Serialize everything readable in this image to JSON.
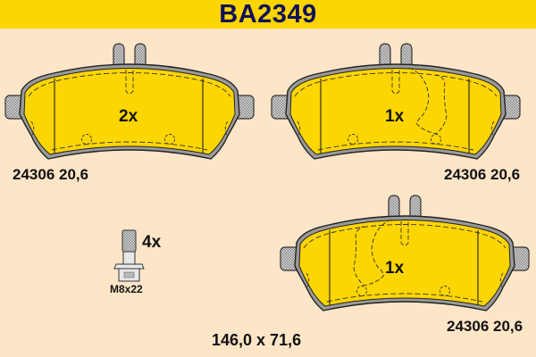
{
  "header": {
    "title": "BA2349",
    "background": "#fdd500",
    "text_color": "#10105a"
  },
  "colors": {
    "background": "#fde5c8",
    "pad_fill": "#fdd500",
    "backplate": "#b8b8b8"
  },
  "pads": [
    {
      "id": "pad-top-left",
      "quantity": "2x",
      "code": "24306 20,6",
      "wear_indicator": false
    },
    {
      "id": "pad-top-right",
      "quantity": "1x",
      "code": "24306 20,6",
      "wear_indicator": true
    },
    {
      "id": "pad-bottom-right",
      "quantity": "1x",
      "code": "24306 20,6",
      "wear_indicator": true
    }
  ],
  "bolt": {
    "quantity": "4x",
    "thread": "M8x22"
  },
  "dimensions": "146,0 x 71,6"
}
